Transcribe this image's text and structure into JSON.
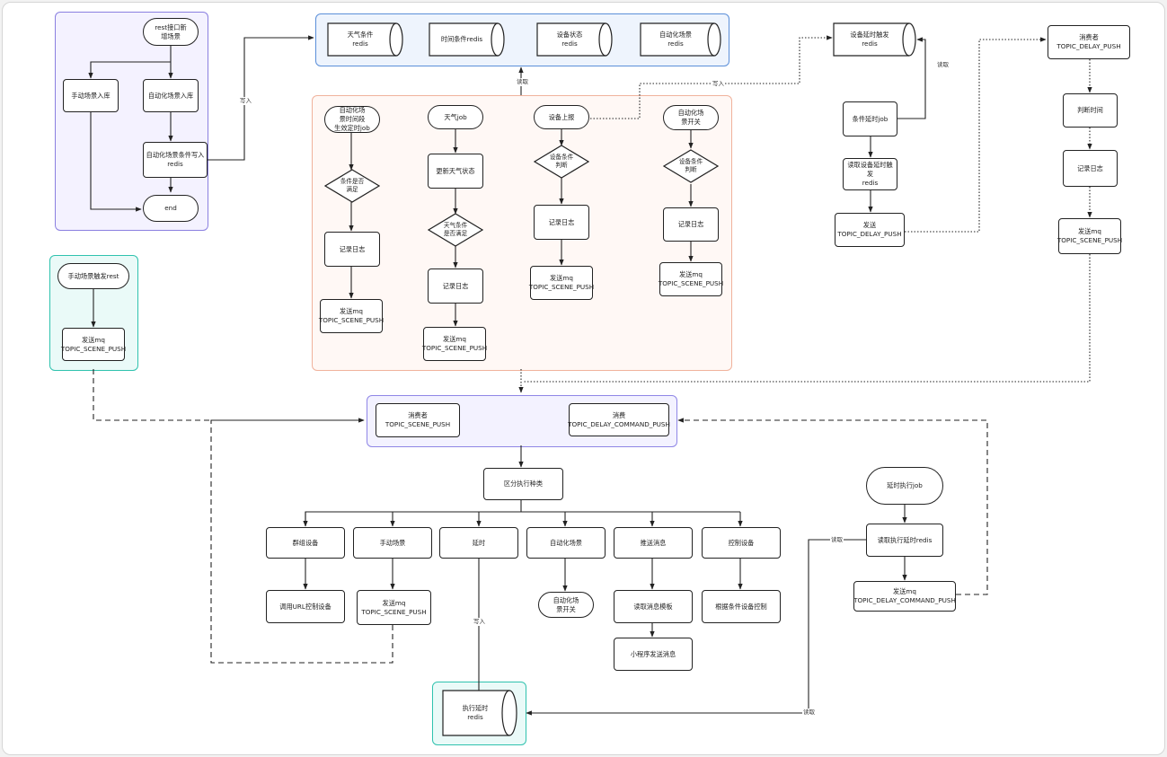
{
  "colors": {
    "purple_group": "#f4f2ff",
    "purple_border": "#8a7fe0",
    "blue_group": "#eef4fd",
    "blue_border": "#5b8fd9",
    "orange_group": "#fff8f5",
    "orange_border": "#f0b29c",
    "teal_group": "#eafaf8",
    "teal_border": "#2fc2ae",
    "queue_group": "#f3f2ff",
    "queue_border": "#8f86e6"
  },
  "nodes": {
    "rest_update": "rest接口新\n增场景",
    "manual_db": "手动场景入库",
    "auto_db": "自动化场景入库",
    "auto_cond_redis": "自动化场景条件写入\nredis",
    "end": "end",
    "weather_redis": "天气条件\nredis",
    "time_redis": "时间条件redis",
    "device_redis": "设备状态\nredis",
    "auto_switch_redis": "自动化场景\nredis",
    "auto_effective_job": "自动化场\n景时间段\n生效定时job",
    "cond_met_1": "条件是否\n满足",
    "log_1": "记录日志",
    "mq_1": "发送mq\nTOPIC_SCENE_PUSH",
    "weather_job": "天气job",
    "update_weather": "更新天气状态",
    "cond_met_2": "天气条件\n是否满足",
    "log_2": "记录日志",
    "mq_2": "发送mq\nTOPIC_SCENE_PUSH",
    "device_report": "设备上报",
    "cond_met_3": "设备条件\n判断",
    "log_3": "记录日志",
    "mq_3": "发送mq\nTOPIC_SCENE_PUSH",
    "auto_switch": "自动化场\n景开关",
    "cond_met_4": "设备条件\n判断",
    "log_4": "记录日志",
    "mq_4": "发送mq\nTOPIC_SCENE_PUSH",
    "delay_redis": "设备延时触发\nredis",
    "delay_job": "条件延时job",
    "read_delay_redis": "读取设备延时触发\nredis",
    "send_delay_push": "发送\nTOPIC_DELAY_PUSH",
    "consumer_delay": "消费者\nTOPIC_DELAY_PUSH",
    "check_time": "判断时间",
    "log_5": "记录日志",
    "mq_5": "发送mq\nTOPIC_SCENE_PUSH",
    "manual_rest": "手动场景触发rest",
    "mq_manual": "发送mq\nTOPIC_SCENE_PUSH",
    "consumer_scene": "消费者\nTOPIC_SCENE_PUSH",
    "consumer_delay_cmd": "消费\nTOPIC_DELAY_COMMAND_PUSH",
    "distinguish": "区分执行种类",
    "group_device": "群组设备",
    "manual_scene": "手动场景",
    "delay": "延时",
    "auto_scene": "自动化场景",
    "push_msg": "推送消息",
    "control_device": "控制设备",
    "call_url": "调用URL控制设备",
    "mq_scene2": "发送mq\nTOPIC_SCENE_PUSH",
    "auto_toggle": "自动化场\n景开关",
    "msg_template": "读取消息模板",
    "mini_program": "小程序发送消息",
    "device_ctrl": "根据条件设备控制",
    "exec_delay_redis": "执行延时\nredis",
    "delay_exec_job": "延时执行job",
    "read_exec_redis": "读取执行延时redis",
    "mq_delay_cmd": "发送mq\nTOPIC_DELAY_COMMAND_PUSH"
  },
  "labels": {
    "write_1": "写入",
    "read_1": "读取",
    "write_2": "写入",
    "read_2": "读取",
    "write_3": "写入",
    "read_3": "读取",
    "read_4": "读取"
  }
}
